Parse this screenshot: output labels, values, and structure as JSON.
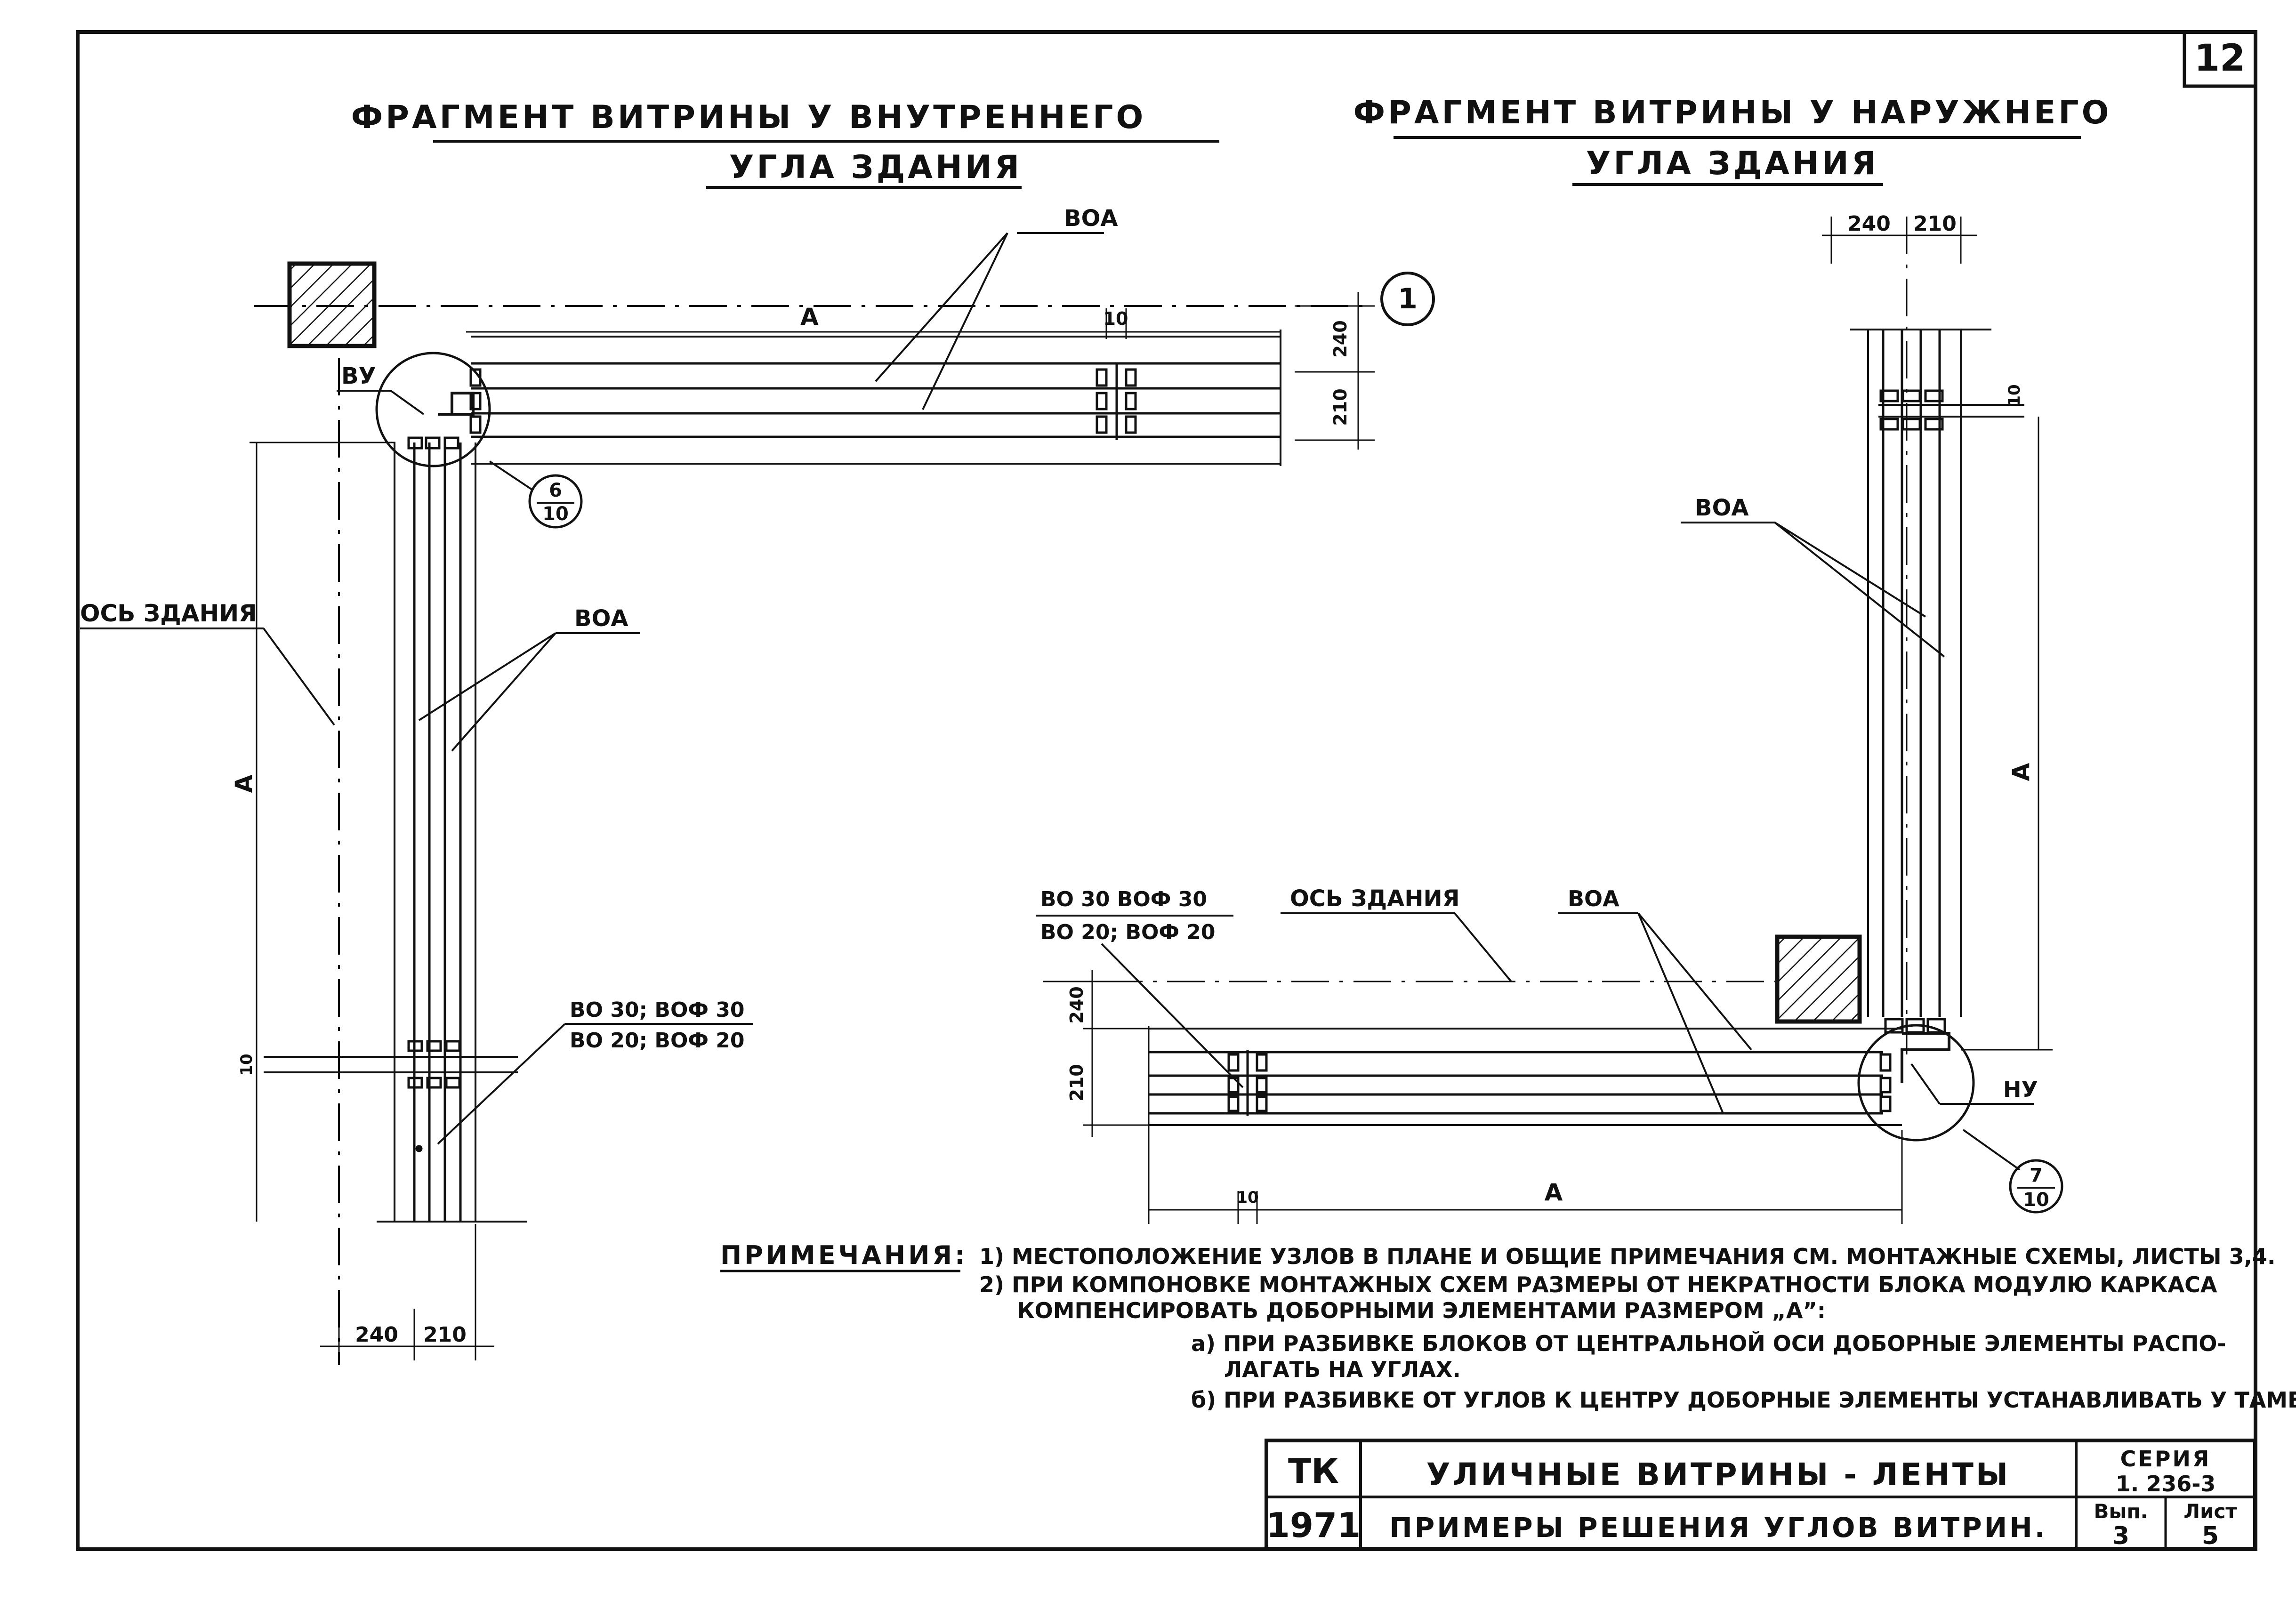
{
  "sheet": {
    "page_number": "12"
  },
  "left_view": {
    "title_line1": "ФРАГМЕНТ  ВИТРИНЫ  У  ВНУТРЕННЕГО",
    "title_line2": "УГЛА  ЗДАНИЯ",
    "label_voa_top": "ВОА",
    "label_voa_mid": "ВОА",
    "label_vu": "ВУ",
    "label_axis": "ОСЬ ЗДАНИЯ",
    "dim_a_horizontal": "А",
    "dim_a_vertical": "А",
    "dim_10_top": "10",
    "dim_10_left": "10",
    "dim_240_right": "240",
    "dim_210_right": "210",
    "dim_240_bottom": "240",
    "dim_210_bottom": "210",
    "axis_mark": "1",
    "node_ref_top": "6",
    "node_ref_bottom": "10",
    "elements_line1": "ВО 30;  ВОФ 30",
    "elements_line2": "ВО 20;  ВОФ 20"
  },
  "right_view": {
    "title_line1": "ФРАГМЕНТ  ВИТРИНЫ  У  НАРУЖНЕГО",
    "title_line2": "УГЛА  ЗДАНИЯ",
    "label_voa_vertical": "ВОА",
    "label_voa_horizontal": "ВОА",
    "label_nu": "НУ",
    "label_axis": "ОСЬ ЗДАНИЯ",
    "dim_a_horizontal": "А",
    "dim_a_vertical": "А",
    "dim_10_right": "10",
    "dim_10_bottom": "10",
    "dim_240_top": "240",
    "dim_210_top": "210",
    "dim_240_left": "240",
    "dim_210_left": "210",
    "node_ref_top": "7",
    "node_ref_bottom": "10",
    "elements_line1": "ВО 30   ВОФ 30",
    "elements_line2": "ВО 20;  ВОФ 20"
  },
  "notes": {
    "heading": "ПРИМЕЧАНИЯ:",
    "line1": "1) МЕСТОПОЛОЖЕНИЕ УЗЛОВ В ПЛАНЕ И ОБЩИЕ ПРИМЕЧАНИЯ СМ. МОНТАЖНЫЕ СХЕМЫ, ЛИСТЫ 3,4.",
    "line2": "2) ПРИ КОМПОНОВКЕ МОНТАЖНЫХ СХЕМ РАЗМЕРЫ ОТ НЕКРАТНОСТИ БЛОКА МОДУЛЮ КАРКАСА",
    "line3": "КОМПЕНСИРОВАТЬ ДОБОРНЫМИ ЭЛЕМЕНТАМИ РАЗМЕРОМ „А”:",
    "line4": "а) ПРИ РАЗБИВКЕ БЛОКОВ ОТ ЦЕНТРАЛЬНОЙ ОСИ ДОБОРНЫЕ ЭЛЕМЕНТЫ РАСПО-",
    "line5": "ЛАГАТЬ НА УГЛАХ.",
    "line6": "б) ПРИ РАЗБИВКЕ ОТ УГЛОВ К ЦЕНТРУ ДОБОРНЫЕ ЭЛЕМЕНТЫ УСТАНАВЛИВАТЬ У ТАМБУРА."
  },
  "title_block": {
    "org": "ТК",
    "year": "1971",
    "name": "УЛИЧНЫЕ  ВИТРИНЫ - ЛЕНТЫ",
    "subtitle": "ПРИМЕРЫ  РЕШЕНИЯ  УГЛОВ  ВИТРИН.",
    "series_label": "СЕРИЯ",
    "series_value": "1. 236-3",
    "issue_label": "Вып.",
    "issue_value": "3",
    "sheet_label": "Лист",
    "sheet_value": "5"
  }
}
